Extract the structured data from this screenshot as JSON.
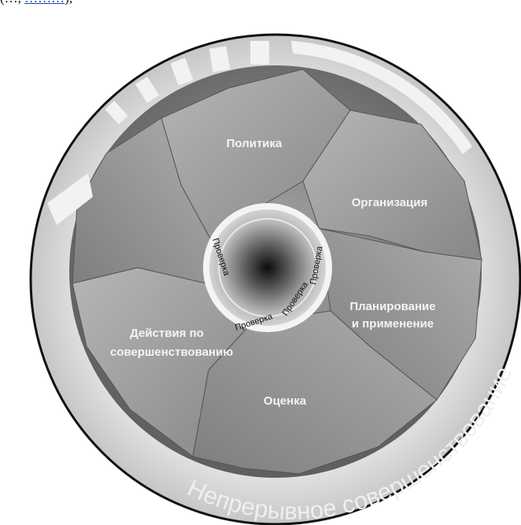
{
  "top_fragment": {
    "prefix": "(…, ",
    "link": "………",
    "suffix": "),"
  },
  "segments": {
    "policy": "Политика",
    "organization": "Организация",
    "planning_line1": "Планирование",
    "planning_line2": "и применение",
    "evaluation": "Оценка",
    "improvement_line1": "Действия по",
    "improvement_line2": "совершенствованию"
  },
  "center": {
    "check_1": "Проверка",
    "check_2": "Проверка",
    "check_3": "Проверка",
    "check_4": "Проверка"
  },
  "ring": {
    "label": "Непрерывное совершенствование"
  },
  "colors": {
    "ring": "#d4d4d4",
    "segment": "#9a9a9a",
    "segment_dark": "#6c6c6c",
    "label": "#f4f4f4",
    "outline": "#111111"
  }
}
